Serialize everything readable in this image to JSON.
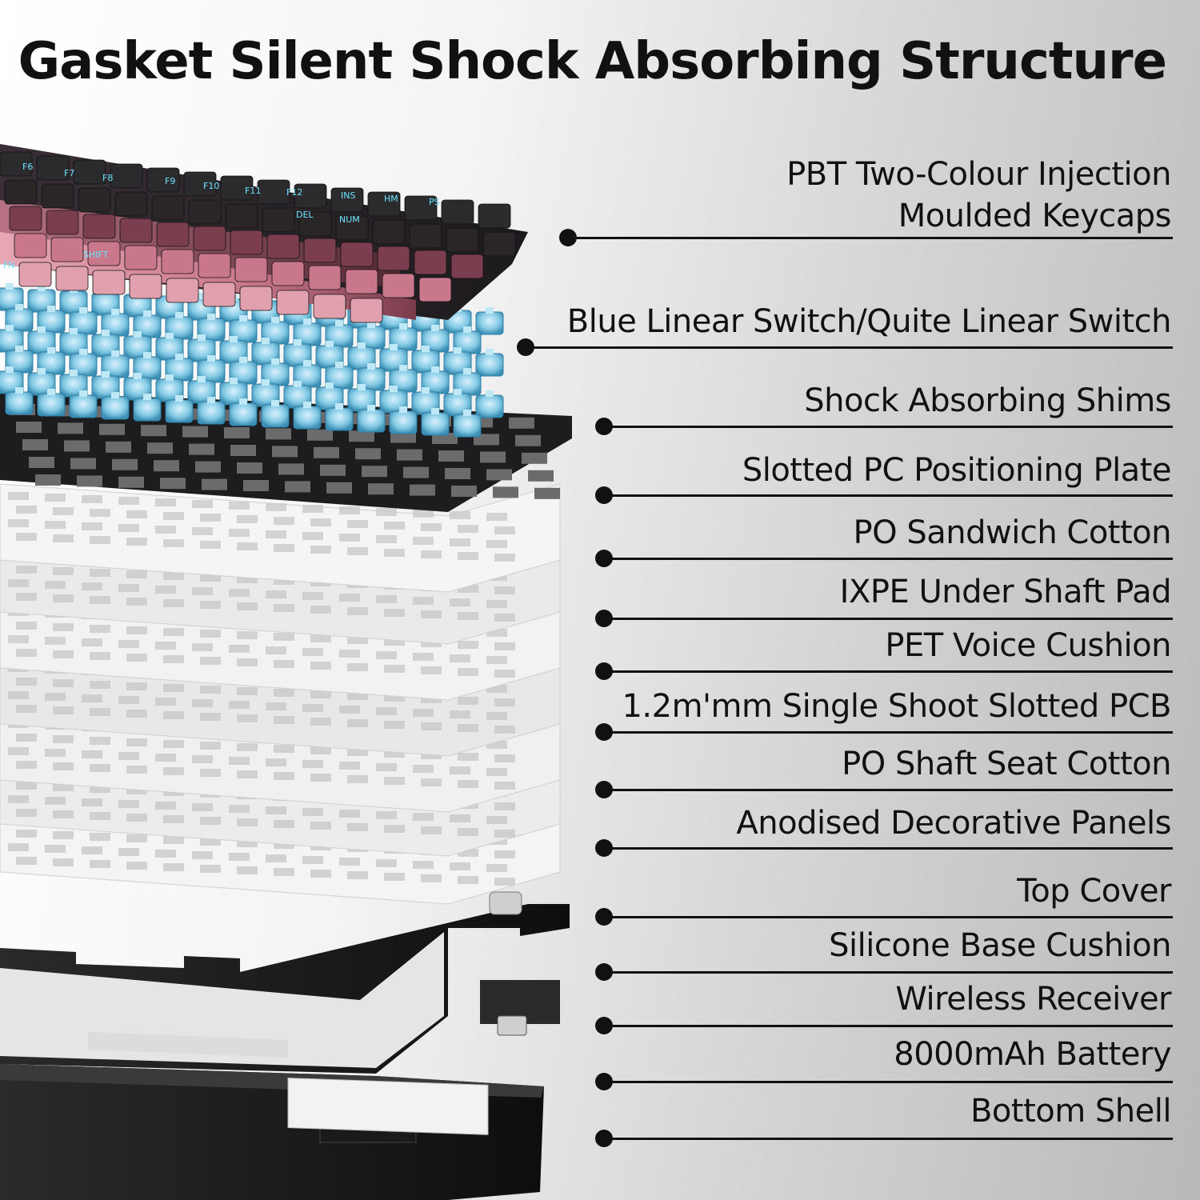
{
  "title": "Gasket Silent Shock Absorbing Structure",
  "layers": [
    {
      "label_lines": [
        "PBT Two-Colour Injection",
        "Moulded Keycaps"
      ]
    },
    {
      "label_lines": [
        "Blue Linear Switch/Quite Linear Switch"
      ]
    },
    {
      "label_lines": [
        "Shock Absorbing Shims"
      ]
    },
    {
      "label_lines": [
        "Slotted PC Positioning Plate"
      ]
    },
    {
      "label_lines": [
        "PO Sandwich Cotton"
      ]
    },
    {
      "label_lines": [
        "IXPE Under Shaft Pad"
      ]
    },
    {
      "label_lines": [
        "PET Voice Cushion"
      ]
    },
    {
      "label_lines": [
        "1.2m'mm Single Shoot Slotted PCB"
      ]
    },
    {
      "label_lines": [
        "PO Shaft Seat Cotton"
      ]
    },
    {
      "label_lines": [
        "Anodised Decorative Panels"
      ]
    },
    {
      "label_lines": [
        "Top Cover"
      ]
    },
    {
      "label_lines": [
        "Silicone Base Cushion"
      ]
    },
    {
      "label_lines": [
        "Wireless Receiver"
      ]
    },
    {
      "label_lines": [
        "8000mAh Battery"
      ]
    },
    {
      "label_lines": [
        "Bottom Shell"
      ]
    }
  ],
  "keycap_legends": [
    "F6",
    "F7",
    "F8",
    "F9",
    "F10",
    "F11",
    "F12",
    "INS",
    "HM",
    "PS",
    "DEL",
    "NUM",
    "SHIFT",
    "FN"
  ],
  "colors": {
    "keycap_black": "#2a2a2c",
    "keycap_pink": "#d88f9f",
    "keycap_maroon": "#6e3a48",
    "switch_blue": "#7fc6e4",
    "plate_black": "#1d1d1f",
    "foam_white": "#f3f3f3",
    "line": "#111111"
  }
}
